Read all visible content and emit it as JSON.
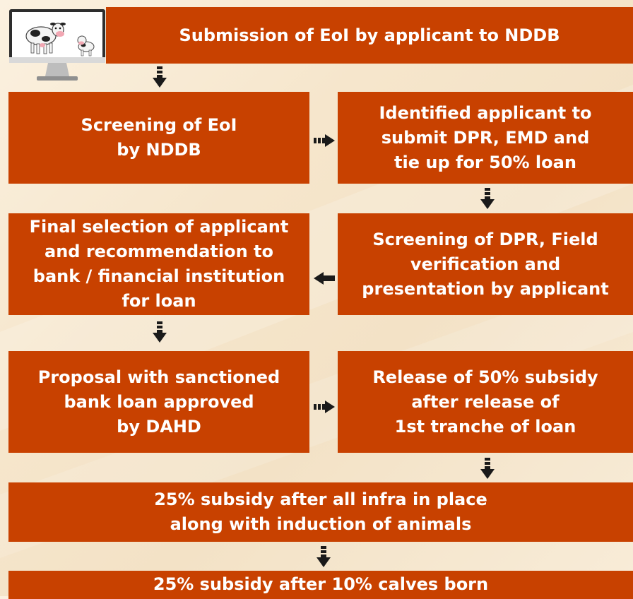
{
  "steps": {
    "s1": {
      "lines": [
        "Submission of EoI by applicant to NDDB"
      ]
    },
    "s2": {
      "lines": [
        "Screening of EoI",
        "by NDDB"
      ]
    },
    "s3": {
      "lines": [
        "Identified applicant to",
        "submit DPR, EMD and",
        "tie up for 50% loan"
      ]
    },
    "s4": {
      "lines": [
        "Screening of DPR, Field",
        "verification and",
        "presentation by applicant"
      ]
    },
    "s5": {
      "lines": [
        "Final selection of applicant",
        "and recommendation to",
        "bank / financial institution",
        "for loan"
      ]
    },
    "s6": {
      "lines": [
        "Proposal with sanctioned",
        "bank loan approved",
        "by DAHD"
      ]
    },
    "s7": {
      "lines": [
        "Release of 50% subsidy",
        "after release of",
        "1st tranche of loan"
      ]
    },
    "s8": {
      "lines": [
        "25% subsidy after all infra in place",
        "along with induction of animals"
      ]
    },
    "s9": {
      "lines": [
        "25% subsidy after 10% calves born"
      ]
    }
  },
  "colors": {
    "box": "#c84100",
    "text": "#ffffff",
    "arrow": "#1a1a1a",
    "background": "#f6e6cc"
  },
  "icons": {
    "header": "monitor-with-cow-and-calf-icon",
    "connector": "block-arrow-icon"
  }
}
